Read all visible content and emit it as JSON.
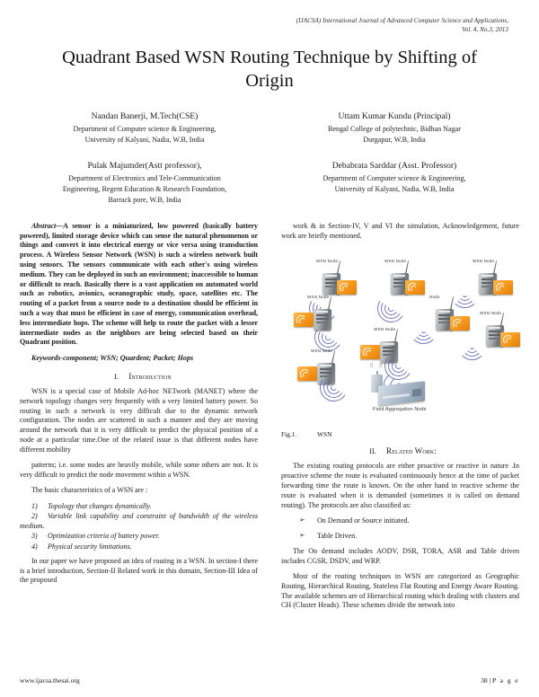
{
  "journal": {
    "running_head_line1": "(IJACSA) International Journal of Advanced Computer Science and Applications,",
    "running_head_line2": "Vol. 4, No.3, 2013"
  },
  "paper": {
    "title": "Quadrant Based WSN Routing Technique by Shifting of Origin"
  },
  "authors": [
    {
      "name": "Nandan Banerji, M.Tech(CSE)",
      "affiliation_line1": "Department of Computer science & Engineering,",
      "affiliation_line2": "University of Kalyani, Nadia, W.B, India",
      "affiliation_line3": ""
    },
    {
      "name": "Uttam Kumar Kundu (Principal)",
      "affiliation_line1": "Bengal College of polytechnic, Bidhan Nagar",
      "affiliation_line2": "Durgapur, W.B, India",
      "affiliation_line3": ""
    },
    {
      "name": "Pulak  Majumder(Astt professor),",
      "affiliation_line1": "Department of Electronics and Tele-Communication",
      "affiliation_line2": "Engineering, Regent Education & Research Foundation,",
      "affiliation_line3": "Barrack pore, W.B, India"
    },
    {
      "name": "Debabrata Sarddar (Asst. Professor)",
      "affiliation_line1": "Department of Computer science & Engineering,",
      "affiliation_line2": "University of Kalyani, Nadia, W.B, India",
      "affiliation_line3": ""
    }
  ],
  "abstract": {
    "lead": "Abstract",
    "dash": "—",
    "body": "A sensor is a miniaturized, low powered (basically battery powered), limited storage device which can sense the natural phenomenon or things and convert it into electrical energy or vice versa using transduction process. A Wireless Sensor Network (WSN) is such a wireless network built using sensors. The sensors communicate with each other's using wireless medium. They can be deployed in such an environment; inaccessible to human or difficult to reach. Basically there is a vast application on automated world such as robotics, avionics, oceanographic study, space, satellites etc. The routing of a packet from a source node to a destination should be efficient in such a way that must be efficient in case of energy, communication overhead, less intermediate hops. The scheme will help to route the packet with a lesser intermediate nodes as the neighbors are being selected based on their Quadrant position."
  },
  "keywords": {
    "text": "Keywords-component;   WSN; Quardent; Packet; Hops"
  },
  "sections": {
    "intro": {
      "number": "I.",
      "name": "Introduction"
    },
    "related": {
      "number": "II.",
      "name": "Related Work:"
    }
  },
  "left_column": {
    "p1": "WSN is a special case of Mobile Ad-hoc NETwork (MANET) where the network topology changes very frequently with a very limited battery power. So routing in such a network is very difficult due to the dynamic network configuration. The nodes are scattered in such a manner and they are moving around the network that it is very difficult to predict the physical position of a node at a particular time.One of the related issue is that different nodes have different mobility",
    "p2": "patterns; i.e. some nodes are heavily mobile, while some others are not. It is very difficult to predict the node movement within a WSN.",
    "p3": "The basic characteristics of a WSN are :",
    "characteristics": [
      {
        "marker": "1)",
        "text": "Topology that changes dynamically."
      },
      {
        "marker": "2)",
        "text": "Variable link capability and constraint of bandwidth of the wireless medium."
      },
      {
        "marker": "3)",
        "text": "Optimization criteria of battery power."
      },
      {
        "marker": "4)",
        "text": "Physical security limitations."
      }
    ],
    "p4": "In our paper we have proposed an idea of routing in a WSN. In section-I there is a brief introduction, Section-II Related work in this domain, Section-III Idea of the proposed"
  },
  "right_column": {
    "p1": "work & in Section-IV, V and VI the simulation, Acknowledgement, future work are briefly mentioned.",
    "p2": "The existing routing protocols are either proactive or reactive in nature .In proactive scheme the route is evaluated continuously hence at the time of packet forwarding time the route is known. On the other hand in reactive scheme the route is evaluated when it is demanded (sometimes it is called on demand routing). The protocols are also classified as:",
    "protocol_classes": [
      {
        "bullet": "➢",
        "text": "On Demand or Source initiated."
      },
      {
        "bullet": "➢",
        "text": "Table Driven."
      }
    ],
    "p3": "The On demand includes AODV, DSR, TORA, ASR and Table driven includes CGSR, DSDV, and WRP.",
    "p4": "Most of the routing techniques in WSN are categorized as Geographic Routing, Hierarchical Routing, Stateless Flat Routing and Energy Aware Routing.  The available schemes are of Hierarchical routing which dealing with clusters and CH (Cluster Heads). These schemes divide the network into"
  },
  "figure": {
    "caption_number": "Fig.1.",
    "caption_text": "WSN",
    "node_labels": [
      "WSN Node",
      "WSN Node",
      "WSN Node",
      "WSN Node",
      "WSN Node",
      "Node",
      "WSN Node",
      "WSN Node"
    ],
    "aggregation_label": "Field Aggregation Node",
    "colors": {
      "card_accent": "#f79a1e",
      "wave": "#5b5fb5",
      "device_body": "#a9adb1"
    }
  },
  "footer": {
    "site": "www.ijacsa.thesai.org",
    "page_number": "38",
    "page_separator": "|",
    "page_word": "P a g e"
  }
}
